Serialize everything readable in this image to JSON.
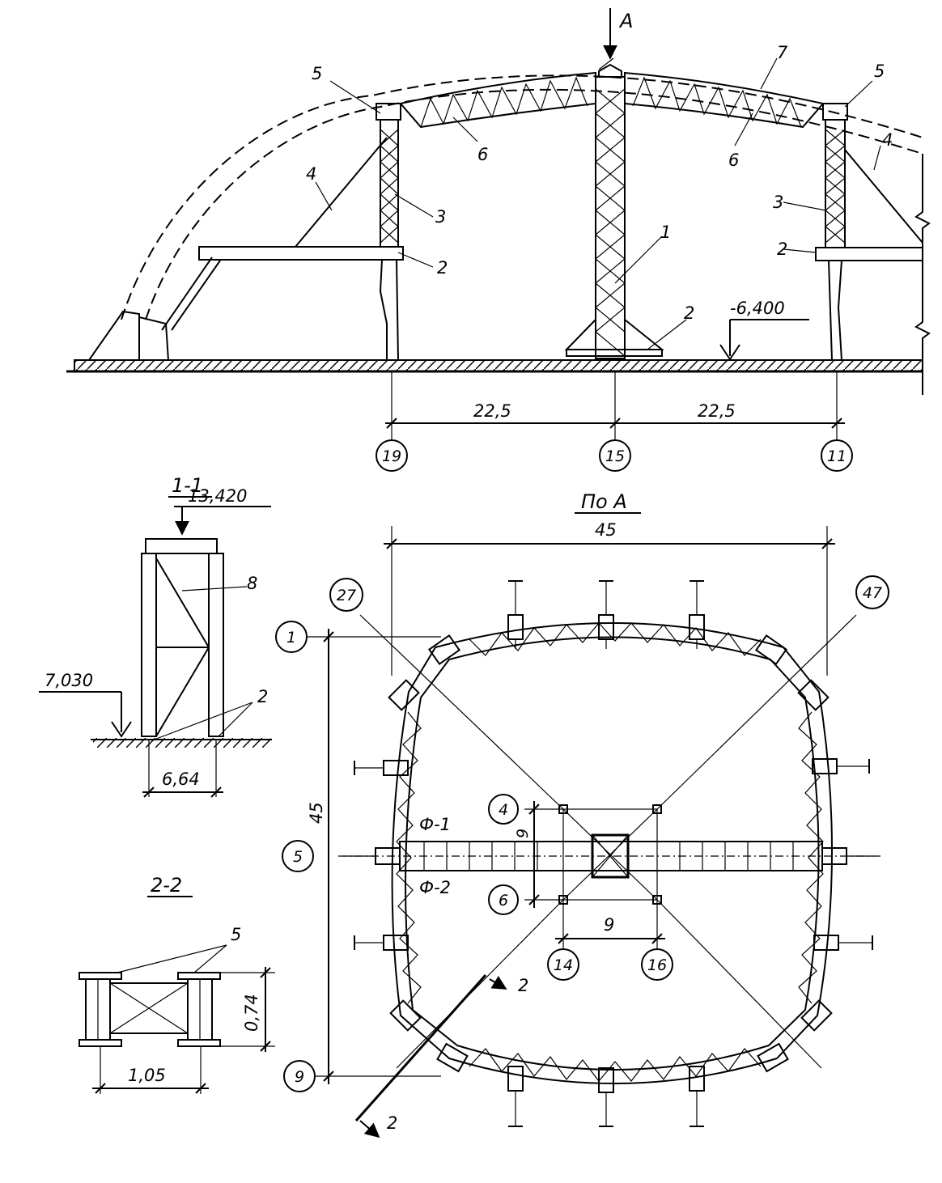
{
  "elevation": {
    "view_arrow": "А",
    "level_mark": "-6,400",
    "span_left": "22,5",
    "span_right": "22,5",
    "axes": [
      "19",
      "15",
      "11"
    ],
    "item_labels": {
      "tower": "1",
      "support_left": "2",
      "support_right": "2",
      "support_tower": "2",
      "column_left": "3",
      "column_right": "3",
      "brace_left": "4",
      "brace_right": "4",
      "jack_left": "5",
      "jack_right": "5",
      "truss_left": "6",
      "truss_right": "6",
      "arch": "7"
    }
  },
  "section11": {
    "title": "1-1",
    "top_mark": "13,420",
    "bottom_mark": "7,030",
    "width": "6,64",
    "label_brace": "8",
    "label_support": "2"
  },
  "section22": {
    "title": "2-2",
    "label_jack": "5",
    "height": "0,74",
    "width": "1,05"
  },
  "plan": {
    "title": "По А",
    "overall_width": "45",
    "overall_height": "45",
    "center_spacing_h": "9",
    "center_spacing_v": "9",
    "axes": [
      "27",
      "47",
      "1",
      "5",
      "9",
      "4",
      "6",
      "14",
      "16"
    ],
    "farm_top": "Ф-1",
    "farm_bottom": "Ф-2",
    "section_mark": "2"
  }
}
